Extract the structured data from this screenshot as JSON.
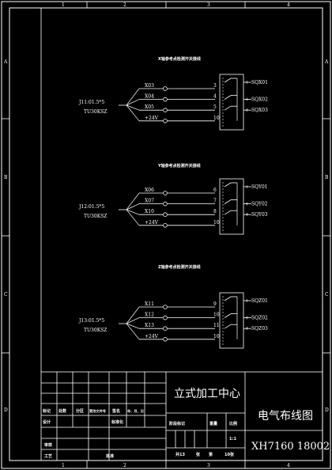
{
  "border": {
    "top_numbers": [
      "1",
      "2",
      "3",
      "4"
    ],
    "bottom_numbers": [
      "1",
      "2",
      "3",
      "4"
    ],
    "left_letters": [
      "A",
      "B",
      "C",
      "D"
    ],
    "right_letters": [
      "A",
      "B",
      "C",
      "D"
    ]
  },
  "circuits": [
    {
      "title": "X轴参考点检测开关接线",
      "connector": "J11:01.5*5",
      "cable": "TU30KSZ",
      "inputs": [
        "X03",
        "X04",
        "X05",
        "+24V"
      ],
      "pins": [
        "3",
        "4",
        "5",
        "10"
      ],
      "switches": [
        "SQX01",
        "SQX02",
        "SQX03"
      ]
    },
    {
      "title": "Y轴参考点检测开关接线",
      "connector": "J12:01.5*5",
      "cable": "TU30KSZ",
      "inputs": [
        "X06",
        "X07",
        "X10",
        "+24V"
      ],
      "pins": [
        "6",
        "7",
        "8",
        "10"
      ],
      "switches": [
        "SQY01",
        "SQY02",
        "SQY03"
      ]
    },
    {
      "title": "Z轴参考点检测开关接线",
      "connector": "J13:01.5*5",
      "cable": "TU30KSZ",
      "inputs": [
        "X11",
        "X12",
        "X13",
        "+24V"
      ],
      "pins": [
        "9",
        "10",
        "11",
        "10"
      ],
      "switches": [
        "SQZ01",
        "SQZ02",
        "SQZ03"
      ]
    }
  ],
  "title_block": {
    "product": "立式加工中心",
    "drawing_title": "电气布线图",
    "drawing_number": "XH7160 18002",
    "scale": "1:1",
    "row_labels": [
      "标记",
      "处数",
      "分区",
      "更改文件号",
      "签名",
      "年、月、日"
    ],
    "design": "设计",
    "standard": "标准化",
    "stage_mark": "阶段标记",
    "weight": "重量",
    "ratio": "比例",
    "review": "审核",
    "process": "工艺",
    "approve": "批准",
    "total": "共13",
    "sheets": "张",
    "sheet": "第",
    "sheet_no": "10张"
  }
}
